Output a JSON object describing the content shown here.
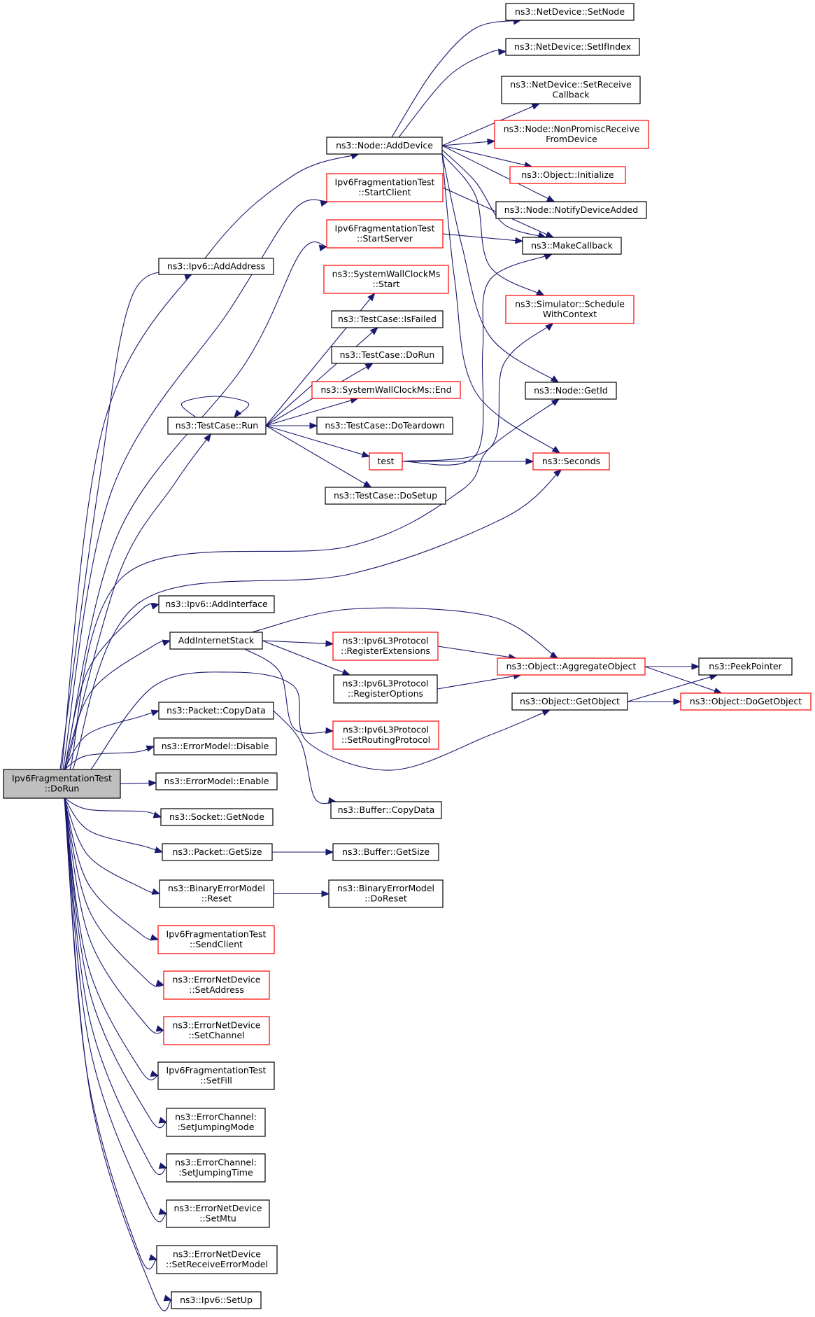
{
  "colors": {
    "normal": "#000000",
    "incomplete": "#ff0000",
    "root_fill": "#bfbfbf",
    "edge": "#191970"
  },
  "nodes": [
    {
      "id": "root",
      "lines": [
        "Ipv6FragmentationTest",
        "::DoRun"
      ],
      "style": "root"
    },
    {
      "id": "addAddress",
      "lines": [
        "ns3::Ipv6::AddAddress"
      ],
      "style": "normal"
    },
    {
      "id": "nodeAddDevice",
      "lines": [
        "ns3::Node::AddDevice"
      ],
      "style": "normal"
    },
    {
      "id": "setNode",
      "lines": [
        "ns3::NetDevice::SetNode"
      ],
      "style": "normal"
    },
    {
      "id": "setIfIndex",
      "lines": [
        "ns3::NetDevice::SetIfIndex"
      ],
      "style": "normal"
    },
    {
      "id": "setReceiveCallback",
      "lines": [
        "ns3::NetDevice::SetReceive",
        "Callback"
      ],
      "style": "normal"
    },
    {
      "id": "nonPromisc",
      "lines": [
        "ns3::Node::NonPromiscReceive",
        "FromDevice"
      ],
      "style": "incomplete"
    },
    {
      "id": "objInitialize",
      "lines": [
        "ns3::Object::Initialize"
      ],
      "style": "incomplete"
    },
    {
      "id": "notifyDeviceAdded",
      "lines": [
        "ns3::Node::NotifyDeviceAdded"
      ],
      "style": "normal"
    },
    {
      "id": "makeCallback",
      "lines": [
        "ns3::MakeCallback"
      ],
      "style": "normal"
    },
    {
      "id": "scheduleWithContext",
      "lines": [
        "ns3::Simulator::Schedule",
        "WithContext"
      ],
      "style": "incomplete"
    },
    {
      "id": "nodeGetId",
      "lines": [
        "ns3::Node::GetId"
      ],
      "style": "normal"
    },
    {
      "id": "seconds",
      "lines": [
        "ns3::Seconds"
      ],
      "style": "incomplete"
    },
    {
      "id": "startClient",
      "lines": [
        "Ipv6FragmentationTest",
        "::StartClient"
      ],
      "style": "incomplete"
    },
    {
      "id": "startServer",
      "lines": [
        "Ipv6FragmentationTest",
        "::StartServer"
      ],
      "style": "incomplete"
    },
    {
      "id": "wallStart",
      "lines": [
        "ns3::SystemWallClockMs",
        "::Start"
      ],
      "style": "incomplete"
    },
    {
      "id": "isFailed",
      "lines": [
        "ns3::TestCase::IsFailed"
      ],
      "style": "normal"
    },
    {
      "id": "tcDoRun",
      "lines": [
        "ns3::TestCase::DoRun"
      ],
      "style": "normal"
    },
    {
      "id": "wallEnd",
      "lines": [
        "ns3::SystemWallClockMs::End"
      ],
      "style": "incomplete"
    },
    {
      "id": "tcRun",
      "lines": [
        "ns3::TestCase::Run"
      ],
      "style": "normal"
    },
    {
      "id": "doTeardown",
      "lines": [
        "ns3::TestCase::DoTeardown"
      ],
      "style": "normal"
    },
    {
      "id": "test",
      "lines": [
        "test"
      ],
      "style": "incomplete"
    },
    {
      "id": "doSetup",
      "lines": [
        "ns3::TestCase::DoSetup"
      ],
      "style": "normal"
    },
    {
      "id": "addInterface",
      "lines": [
        "ns3::Ipv6::AddInterface"
      ],
      "style": "normal"
    },
    {
      "id": "addInternetStack",
      "lines": [
        "AddInternetStack"
      ],
      "style": "normal"
    },
    {
      "id": "registerExtensions",
      "lines": [
        "ns3::Ipv6L3Protocol",
        "::RegisterExtensions"
      ],
      "style": "incomplete"
    },
    {
      "id": "aggregateObject",
      "lines": [
        "ns3::Object::AggregateObject"
      ],
      "style": "incomplete"
    },
    {
      "id": "peekPointer",
      "lines": [
        "ns3::PeekPointer"
      ],
      "style": "normal"
    },
    {
      "id": "registerOptions",
      "lines": [
        "ns3::Ipv6L3Protocol",
        "::RegisterOptions"
      ],
      "style": "normal"
    },
    {
      "id": "getObject",
      "lines": [
        "ns3::Object::GetObject"
      ],
      "style": "normal"
    },
    {
      "id": "doGetObject",
      "lines": [
        "ns3::Object::DoGetObject"
      ],
      "style": "incomplete"
    },
    {
      "id": "setRoutingProtocol",
      "lines": [
        "ns3::Ipv6L3Protocol",
        "::SetRoutingProtocol"
      ],
      "style": "incomplete"
    },
    {
      "id": "packetCopyData",
      "lines": [
        "ns3::Packet::CopyData"
      ],
      "style": "normal"
    },
    {
      "id": "errDisable",
      "lines": [
        "ns3::ErrorModel::Disable"
      ],
      "style": "normal"
    },
    {
      "id": "errEnable",
      "lines": [
        "ns3::ErrorModel::Enable"
      ],
      "style": "normal"
    },
    {
      "id": "bufferCopyData",
      "lines": [
        "ns3::Buffer::CopyData"
      ],
      "style": "normal"
    },
    {
      "id": "socketGetNode",
      "lines": [
        "ns3::Socket::GetNode"
      ],
      "style": "normal"
    },
    {
      "id": "packetGetSize",
      "lines": [
        "ns3::Packet::GetSize"
      ],
      "style": "normal"
    },
    {
      "id": "bufferGetSize",
      "lines": [
        "ns3::Buffer::GetSize"
      ],
      "style": "normal"
    },
    {
      "id": "bemReset",
      "lines": [
        "ns3::BinaryErrorModel",
        "::Reset"
      ],
      "style": "normal"
    },
    {
      "id": "bemDoReset",
      "lines": [
        "ns3::BinaryErrorModel",
        "::DoReset"
      ],
      "style": "normal"
    },
    {
      "id": "sendClient",
      "lines": [
        "Ipv6FragmentationTest",
        "::SendClient"
      ],
      "style": "incomplete"
    },
    {
      "id": "endSetAddress",
      "lines": [
        "ns3::ErrorNetDevice",
        "::SetAddress"
      ],
      "style": "incomplete"
    },
    {
      "id": "endSetChannel",
      "lines": [
        "ns3::ErrorNetDevice",
        "::SetChannel"
      ],
      "style": "incomplete"
    },
    {
      "id": "setFill",
      "lines": [
        "Ipv6FragmentationTest",
        "::SetFill"
      ],
      "style": "normal"
    },
    {
      "id": "ecJumpMode",
      "lines": [
        "ns3::ErrorChannel:",
        ":SetJumpingMode"
      ],
      "style": "normal"
    },
    {
      "id": "ecJumpTime",
      "lines": [
        "ns3::ErrorChannel:",
        ":SetJumpingTime"
      ],
      "style": "normal"
    },
    {
      "id": "endSetMtu",
      "lines": [
        "ns3::ErrorNetDevice",
        "::SetMtu"
      ],
      "style": "normal"
    },
    {
      "id": "endSetRem",
      "lines": [
        "ns3::ErrorNetDevice",
        "::SetReceiveErrorModel"
      ],
      "style": "normal"
    },
    {
      "id": "ipv6SetUp",
      "lines": [
        "ns3::Ipv6::SetUp"
      ],
      "style": "normal"
    }
  ],
  "edges": [
    [
      "root",
      "addAddress"
    ],
    [
      "root",
      "nodeAddDevice"
    ],
    [
      "root",
      "startClient"
    ],
    [
      "root",
      "startServer"
    ],
    [
      "root",
      "tcRun"
    ],
    [
      "root",
      "nodeGetId"
    ],
    [
      "root",
      "seconds"
    ],
    [
      "root",
      "addInterface"
    ],
    [
      "root",
      "addInternetStack"
    ],
    [
      "root",
      "getObject"
    ],
    [
      "root",
      "packetCopyData"
    ],
    [
      "root",
      "errDisable"
    ],
    [
      "root",
      "errEnable"
    ],
    [
      "root",
      "socketGetNode"
    ],
    [
      "root",
      "packetGetSize"
    ],
    [
      "root",
      "bemReset"
    ],
    [
      "root",
      "sendClient"
    ],
    [
      "root",
      "endSetAddress"
    ],
    [
      "root",
      "endSetChannel"
    ],
    [
      "root",
      "setFill"
    ],
    [
      "root",
      "ecJumpMode"
    ],
    [
      "root",
      "ecJumpTime"
    ],
    [
      "root",
      "endSetMtu"
    ],
    [
      "root",
      "endSetRem"
    ],
    [
      "root",
      "ipv6SetUp"
    ],
    [
      "nodeAddDevice",
      "setNode"
    ],
    [
      "nodeAddDevice",
      "setIfIndex"
    ],
    [
      "nodeAddDevice",
      "setReceiveCallback"
    ],
    [
      "nodeAddDevice",
      "nonPromisc"
    ],
    [
      "nodeAddDevice",
      "objInitialize"
    ],
    [
      "nodeAddDevice",
      "notifyDeviceAdded"
    ],
    [
      "nodeAddDevice",
      "makeCallback"
    ],
    [
      "nodeAddDevice",
      "scheduleWithContext"
    ],
    [
      "nodeAddDevice",
      "nodeGetId"
    ],
    [
      "nodeAddDevice",
      "seconds"
    ],
    [
      "startClient",
      "makeCallback"
    ],
    [
      "startServer",
      "makeCallback"
    ],
    [
      "tcRun",
      "tcRun"
    ],
    [
      "tcRun",
      "wallStart"
    ],
    [
      "tcRun",
      "isFailed"
    ],
    [
      "tcRun",
      "tcDoRun"
    ],
    [
      "tcRun",
      "wallEnd"
    ],
    [
      "tcRun",
      "doTeardown"
    ],
    [
      "tcRun",
      "test"
    ],
    [
      "tcRun",
      "doSetup"
    ],
    [
      "test",
      "makeCallback"
    ],
    [
      "test",
      "scheduleWithContext"
    ],
    [
      "test",
      "seconds"
    ],
    [
      "addInternetStack",
      "registerExtensions"
    ],
    [
      "addInternetStack",
      "registerOptions"
    ],
    [
      "addInternetStack",
      "setRoutingProtocol"
    ],
    [
      "addInternetStack",
      "aggregateObject"
    ],
    [
      "registerExtensions",
      "aggregateObject"
    ],
    [
      "registerOptions",
      "aggregateObject"
    ],
    [
      "aggregateObject",
      "peekPointer"
    ],
    [
      "aggregateObject",
      "doGetObject"
    ],
    [
      "getObject",
      "peekPointer"
    ],
    [
      "getObject",
      "doGetObject"
    ],
    [
      "packetCopyData",
      "bufferCopyData"
    ],
    [
      "packetGetSize",
      "bufferGetSize"
    ],
    [
      "bemReset",
      "bemDoReset"
    ]
  ]
}
